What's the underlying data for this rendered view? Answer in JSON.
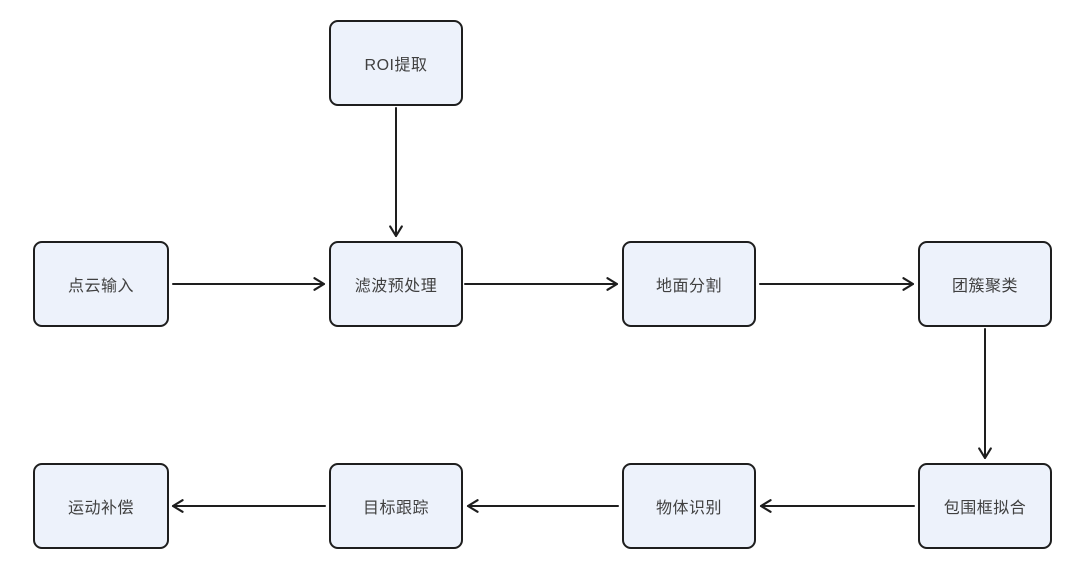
{
  "diagram": {
    "type": "flowchart",
    "colors": {
      "background": "#ffffff",
      "node_fill": "#edf2fb",
      "node_border": "#1e1e1e",
      "text": "#404040",
      "arrow": "#1e1e1e"
    },
    "nodes": [
      {
        "id": "roi-extraction",
        "label": "ROI提取"
      },
      {
        "id": "point-cloud-input",
        "label": "点云输入"
      },
      {
        "id": "filter-preprocess",
        "label": "滤波预处理"
      },
      {
        "id": "ground-segmentation",
        "label": "地面分割"
      },
      {
        "id": "cluster-clustering",
        "label": "团簇聚类"
      },
      {
        "id": "motion-compensation",
        "label": "运动补偿"
      },
      {
        "id": "target-tracking",
        "label": "目标跟踪"
      },
      {
        "id": "object-recognition",
        "label": "物体识别"
      },
      {
        "id": "bbox-fitting",
        "label": "包围框拟合"
      }
    ],
    "edges": [
      {
        "from": "roi-extraction",
        "to": "filter-preprocess"
      },
      {
        "from": "point-cloud-input",
        "to": "filter-preprocess"
      },
      {
        "from": "filter-preprocess",
        "to": "ground-segmentation"
      },
      {
        "from": "ground-segmentation",
        "to": "cluster-clustering"
      },
      {
        "from": "cluster-clustering",
        "to": "bbox-fitting"
      },
      {
        "from": "bbox-fitting",
        "to": "object-recognition"
      },
      {
        "from": "object-recognition",
        "to": "target-tracking"
      },
      {
        "from": "target-tracking",
        "to": "motion-compensation"
      }
    ]
  }
}
